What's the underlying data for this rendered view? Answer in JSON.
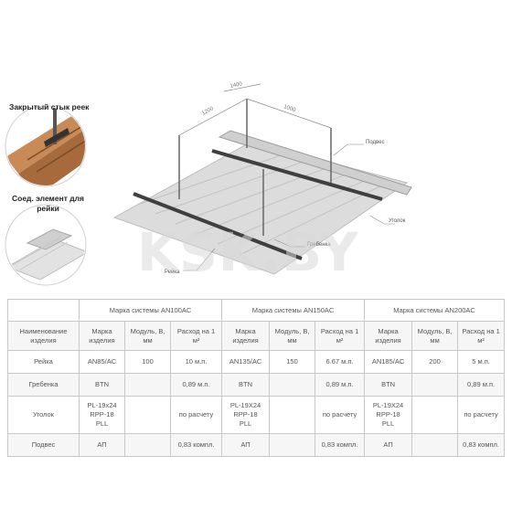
{
  "captions": {
    "closed_joint": "Закрытый стык реек",
    "connector": "Соед. элемент для рейки"
  },
  "drawing": {
    "dims": [
      "1400",
      "1200",
      "1000"
    ],
    "labels": {
      "hanger": "Подвес",
      "angle": "Уголок",
      "comb": "Гребенка",
      "rail": "Рейка"
    }
  },
  "watermark": "KSK.BY",
  "table": {
    "corner": "",
    "systems": [
      "Марка системы AN100AC",
      "Марка системы AN150AC",
      "Марка системы AN200AC"
    ],
    "name_header": "Наименование изделия",
    "sub_headers": [
      "Марка изделия",
      "Модуль, В, мм",
      "Расход на 1 м²"
    ],
    "rows": [
      {
        "name": "Рейка",
        "cells": [
          "AN85/AC",
          "100",
          "10 м.п.",
          "AN135/AC",
          "150",
          "6.67 м.п.",
          "AN185/AC",
          "200",
          "5 м.п."
        ]
      },
      {
        "name": "Гребенка",
        "cells": [
          "BTN",
          "",
          "0,89 м.п.",
          "BTN",
          "",
          "0,89 м.п.",
          "BTN",
          "",
          "0,89 м.п."
        ]
      },
      {
        "name": "Уголок",
        "cells": [
          "PL-19x24\nRPP-18\nPLL",
          "",
          "по расчету",
          "PL-19X24\nRPP-18\nPLL",
          "",
          "по расчету",
          "PL-19X24\nRPP-18\nPLL",
          "",
          "по расчету"
        ]
      },
      {
        "name": "Подвес",
        "cells": [
          "АП",
          "",
          "0,83 компл.",
          "АП",
          "",
          "0,83 компл.",
          "АП",
          "",
          "0,83 компл."
        ]
      }
    ]
  }
}
